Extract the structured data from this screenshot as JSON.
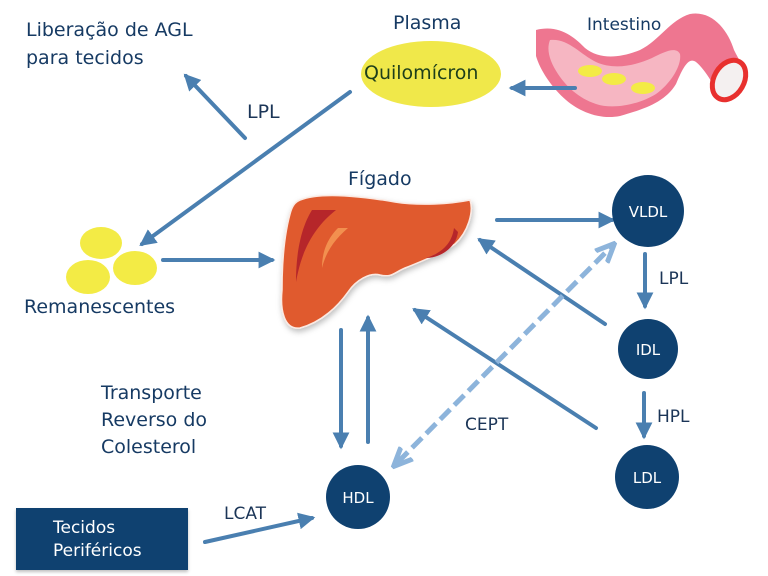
{
  "colors": {
    "arrow": "#4a7fb0",
    "arrow_dashed": "#8db4db",
    "node_fill": "#0f4170",
    "text_dark": "#163a63",
    "quilomicron_fill": "#f0e84a",
    "particle_fill": "#f3eb45",
    "liver_fill": "#e05a2e",
    "liver_dark": "#b6262a",
    "intestine_outer": "#ee7690",
    "intestine_inner": "#f6b6c2",
    "intestine_rim": "#e8302e"
  },
  "labels": {
    "liberacao": "Liberação de AGL\npara tecidos",
    "plasma": "Plasma",
    "quilomicron": "Quilomícron",
    "intestino": "Intestino",
    "lpl_top": "LPL",
    "figado": "Fígado",
    "remanescentes": "Remanescentes",
    "transporte": "Transporte\nReverso do\nColesterol",
    "lcat": "LCAT",
    "cept": "CEPT",
    "lpl_right": "LPL",
    "hpl": "HPL",
    "tecidos": "Tecidos\nPeriféricos"
  },
  "nodes": {
    "vldl": "VLDL",
    "idl": "IDL",
    "ldl": "LDL",
    "hdl": "HDL"
  }
}
